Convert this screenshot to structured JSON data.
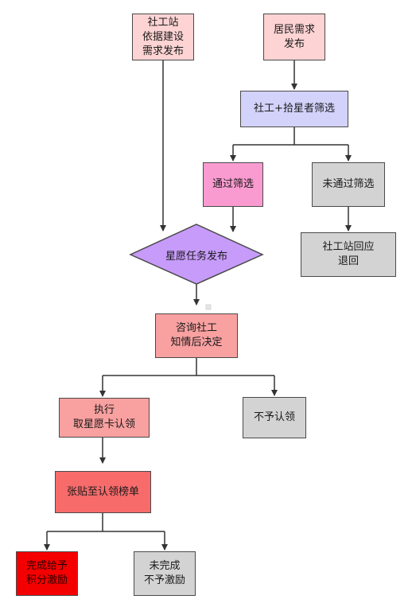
{
  "nodes": {
    "station_publish": {
      "text": "社工站\n依据建设\n需求发布",
      "fill": "#fdd3d3"
    },
    "resident_need": {
      "text": "居民需求\n发布",
      "fill": "#fdd3d3"
    },
    "screening": {
      "text": "社工+拾星者筛选",
      "fill": "#d2d2fb"
    },
    "passed": {
      "text": "通过筛选",
      "fill": "#f99bd0"
    },
    "failed": {
      "text": "未通过筛选",
      "fill": "#d3d3d3"
    },
    "station_reply": {
      "text": "社工站回应\n退回",
      "fill": "#d3d3d3"
    },
    "wish_publish": {
      "text": "星愿任务发布",
      "fill": "#c79bfa"
    },
    "consult": {
      "text": "咨询社工\n知情后决定",
      "fill": "#f9a0a0"
    },
    "execute": {
      "text": "执行\n取星愿卡认领",
      "fill": "#f9a0a0"
    },
    "not_claim": {
      "text": "不予认领",
      "fill": "#d3d3d3"
    },
    "post_board": {
      "text": "张贴至认领榜单",
      "fill": "#f76b6b"
    },
    "complete_reward": {
      "text": "完成给予\n积分激励",
      "fill": "#f50000"
    },
    "not_complete": {
      "text": "未完成\n不予激励",
      "fill": "#d3d3d3"
    }
  },
  "colors": {
    "stroke": "#4a4a4a",
    "edge": "#333333"
  }
}
